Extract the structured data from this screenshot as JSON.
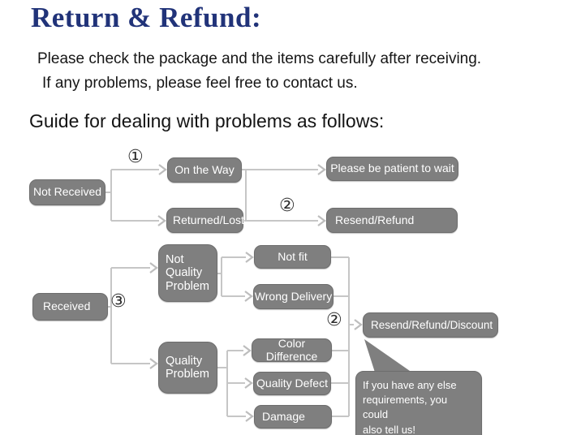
{
  "header": {
    "title": "Return & Refund:",
    "line1": "Please check the package and the items carefully after receiving.",
    "line2": "If any problems, please feel free to contact us.",
    "guide": "Guide for dealing with problems as follows:"
  },
  "colors": {
    "title_navy": "#213379",
    "node_gray": "#7f7f7f",
    "node_text": "#ffffff",
    "connector_gray": "#c6c6c6",
    "body_text": "#161616"
  },
  "flow": {
    "markers": {
      "one": "①",
      "two": "②",
      "three": "③"
    },
    "nodes": {
      "not_received": "Not Received",
      "on_the_way": "On the Way",
      "returned_lost": "Returned/Lost",
      "please_wait": "Please be patient to wait",
      "resend_refund": "Resend/Refund",
      "received": "Received",
      "not_quality_problem": "Not Quality Problem",
      "not_fit": "Not fit",
      "wrong_delivery": "Wrong Delivery",
      "quality_problem": "Quality Problem",
      "color_difference": "Color Difference",
      "quality_defect": "Quality Defect",
      "damage": "Damage",
      "resend_refund_discount": "Resend/Refund/Discount",
      "note_bubble": "If you have any else\nrequirements, you could\nalso tell us!"
    }
  }
}
